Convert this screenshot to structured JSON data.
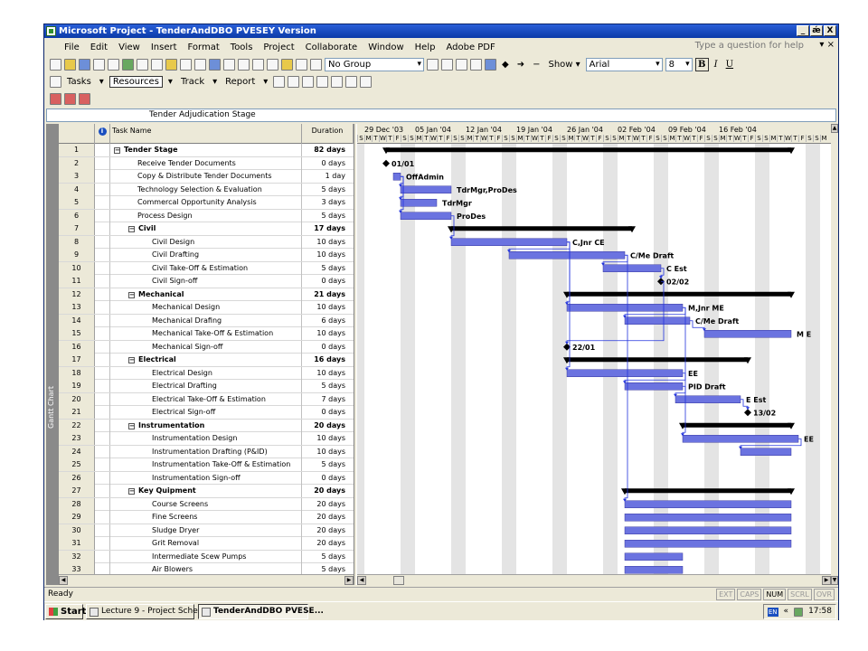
{
  "window": {
    "title": "Microsoft Project - TenderAndDBO PVESEY Version"
  },
  "window_controls": [
    "_",
    "ǽ",
    "X"
  ],
  "menu": {
    "items": [
      "File",
      "Edit",
      "View",
      "Insert",
      "Format",
      "Tools",
      "Project",
      "Collaborate",
      "Window",
      "Help",
      "Adobe PDF"
    ],
    "help_box": "Type a question for help",
    "close_glyph": "▾ ×"
  },
  "toolbar": {
    "group_select": "No Group",
    "show_label": "Show ▾",
    "font_select": "Arial",
    "size_select": "8",
    "bold": "B",
    "italic": "I",
    "underline": "U",
    "tasks_label": "Tasks",
    "resources_label": "Resources",
    "track_label": "Track",
    "report_label": "Report"
  },
  "entry_bar": {
    "value": "Tender Adjudication Stage"
  },
  "table": {
    "headers": {
      "id": "",
      "indicators": "i",
      "name": "Task Name",
      "duration": "Duration"
    },
    "rows": [
      {
        "id": "1",
        "name": "Tender Stage",
        "dur": "82 days",
        "level": 0,
        "summary": true
      },
      {
        "id": "2",
        "name": "Receive Tender Documents",
        "dur": "0 days",
        "level": 1,
        "summary": false
      },
      {
        "id": "3",
        "name": "Copy & Distribute Tender Documents",
        "dur": "1 day",
        "level": 1,
        "summary": false
      },
      {
        "id": "4",
        "name": "Technology Selection & Evaluation",
        "dur": "5 days",
        "level": 1,
        "summary": false
      },
      {
        "id": "5",
        "name": "Commercal Opportunity Analysis",
        "dur": "3 days",
        "level": 1,
        "summary": false
      },
      {
        "id": "6",
        "name": "Process Design",
        "dur": "5 days",
        "level": 1,
        "summary": false
      },
      {
        "id": "7",
        "name": "Civil",
        "dur": "17 days",
        "level": 1,
        "summary": true
      },
      {
        "id": "8",
        "name": "Civil Design",
        "dur": "10 days",
        "level": 2,
        "summary": false
      },
      {
        "id": "9",
        "name": "Civil Drafting",
        "dur": "10 days",
        "level": 2,
        "summary": false
      },
      {
        "id": "10",
        "name": "Civil Take-Off & Estimation",
        "dur": "5 days",
        "level": 2,
        "summary": false
      },
      {
        "id": "11",
        "name": "Civil Sign-off",
        "dur": "0 days",
        "level": 2,
        "summary": false
      },
      {
        "id": "12",
        "name": "Mechanical",
        "dur": "21 days",
        "level": 1,
        "summary": true
      },
      {
        "id": "13",
        "name": "Mechanical Design",
        "dur": "10 days",
        "level": 2,
        "summary": false
      },
      {
        "id": "14",
        "name": "Mechanical Drafing",
        "dur": "6 days",
        "level": 2,
        "summary": false
      },
      {
        "id": "15",
        "name": "Mechanical Take-Off & Estimation",
        "dur": "10 days",
        "level": 2,
        "summary": false
      },
      {
        "id": "16",
        "name": "Mechanical Sign-off",
        "dur": "0 days",
        "level": 2,
        "summary": false
      },
      {
        "id": "17",
        "name": "Electrical",
        "dur": "16 days",
        "level": 1,
        "summary": true
      },
      {
        "id": "18",
        "name": "Electrical Design",
        "dur": "10 days",
        "level": 2,
        "summary": false
      },
      {
        "id": "19",
        "name": "Electrical Drafting",
        "dur": "5 days",
        "level": 2,
        "summary": false
      },
      {
        "id": "20",
        "name": "Electrical Take-Off & Estimation",
        "dur": "7 days",
        "level": 2,
        "summary": false
      },
      {
        "id": "21",
        "name": "Electrical Sign-off",
        "dur": "0 days",
        "level": 2,
        "summary": false
      },
      {
        "id": "22",
        "name": "Instrumentation",
        "dur": "20 days",
        "level": 1,
        "summary": true
      },
      {
        "id": "23",
        "name": "Instrumentation Design",
        "dur": "10 days",
        "level": 2,
        "summary": false
      },
      {
        "id": "24",
        "name": "Instrumentation Drafting (P&ID)",
        "dur": "10 days",
        "level": 2,
        "summary": false
      },
      {
        "id": "25",
        "name": "Instrumentation Take-Off & Estimation",
        "dur": "5 days",
        "level": 2,
        "summary": false
      },
      {
        "id": "26",
        "name": "Instrumentation Sign-off",
        "dur": "0 days",
        "level": 2,
        "summary": false
      },
      {
        "id": "27",
        "name": "Key Quipment",
        "dur": "20 days",
        "level": 1,
        "summary": true
      },
      {
        "id": "28",
        "name": "Course Screens",
        "dur": "20 days",
        "level": 2,
        "summary": false
      },
      {
        "id": "29",
        "name": "Fine Screens",
        "dur": "20 days",
        "level": 2,
        "summary": false
      },
      {
        "id": "30",
        "name": "Sludge Dryer",
        "dur": "20 days",
        "level": 2,
        "summary": false
      },
      {
        "id": "31",
        "name": "Grit Removal",
        "dur": "20 days",
        "level": 2,
        "summary": false
      },
      {
        "id": "32",
        "name": "Intermediate Scew Pumps",
        "dur": "5 days",
        "level": 2,
        "summary": false
      },
      {
        "id": "33",
        "name": "Air Blowers",
        "dur": "5 days",
        "level": 2,
        "summary": false
      }
    ]
  },
  "gantt": {
    "weeks": [
      "29 Dec '03",
      "05 Jan '04",
      "12 Jan '04",
      "19 Jan '04",
      "26 Jan '04",
      "02 Feb '04",
      "09 Feb '04",
      "16 Feb '04"
    ],
    "day_letters": [
      "S",
      "M",
      "T",
      "W",
      "T",
      "F",
      "S"
    ],
    "bars": [
      {
        "row": 1,
        "kind": "summary",
        "start": 4,
        "end": 60,
        "label": ""
      },
      {
        "row": 2,
        "kind": "milestone",
        "start": 4,
        "end": 4,
        "label": "01/01"
      },
      {
        "row": 3,
        "kind": "task",
        "start": 5,
        "end": 6,
        "label": "OffAdmin"
      },
      {
        "row": 4,
        "kind": "task",
        "start": 6,
        "end": 13,
        "label": "TdrMgr,ProDes"
      },
      {
        "row": 5,
        "kind": "task",
        "start": 6,
        "end": 11,
        "label": "TdrMgr"
      },
      {
        "row": 6,
        "kind": "task",
        "start": 6,
        "end": 13,
        "label": "ProDes"
      },
      {
        "row": 7,
        "kind": "summary",
        "start": 13,
        "end": 38,
        "label": ""
      },
      {
        "row": 8,
        "kind": "task",
        "start": 13,
        "end": 29,
        "label": "C,Jnr CE"
      },
      {
        "row": 9,
        "kind": "task",
        "start": 21,
        "end": 37,
        "label": "C/Me Draft"
      },
      {
        "row": 10,
        "kind": "task",
        "start": 34,
        "end": 42,
        "label": "C Est"
      },
      {
        "row": 11,
        "kind": "milestone",
        "start": 42,
        "end": 42,
        "label": "02/02"
      },
      {
        "row": 12,
        "kind": "summary",
        "start": 29,
        "end": 60,
        "label": ""
      },
      {
        "row": 13,
        "kind": "task",
        "start": 29,
        "end": 45,
        "label": "M,Jnr ME"
      },
      {
        "row": 14,
        "kind": "task",
        "start": 37,
        "end": 46,
        "label": "C/Me Draft"
      },
      {
        "row": 15,
        "kind": "task",
        "start": 48,
        "end": 60,
        "label": "M E"
      },
      {
        "row": 16,
        "kind": "milestone",
        "start": 29,
        "end": 29,
        "label": "22/01"
      },
      {
        "row": 17,
        "kind": "summary",
        "start": 29,
        "end": 54,
        "label": ""
      },
      {
        "row": 18,
        "kind": "task",
        "start": 29,
        "end": 45,
        "label": "EE"
      },
      {
        "row": 19,
        "kind": "task",
        "start": 37,
        "end": 45,
        "label": "PID Draft"
      },
      {
        "row": 20,
        "kind": "task",
        "start": 44,
        "end": 53,
        "label": "E Est"
      },
      {
        "row": 21,
        "kind": "milestone",
        "start": 54,
        "end": 54,
        "label": "13/02"
      },
      {
        "row": 22,
        "kind": "summary",
        "start": 45,
        "end": 60,
        "label": ""
      },
      {
        "row": 23,
        "kind": "task",
        "start": 45,
        "end": 61,
        "label": "EE"
      },
      {
        "row": 24,
        "kind": "task",
        "start": 53,
        "end": 60,
        "label": ""
      },
      {
        "row": 25,
        "kind": "none",
        "start": 0,
        "end": 0,
        "label": ""
      },
      {
        "row": 26,
        "kind": "none",
        "start": 0,
        "end": 0,
        "label": ""
      },
      {
        "row": 27,
        "kind": "summary",
        "start": 37,
        "end": 60,
        "label": ""
      },
      {
        "row": 28,
        "kind": "task",
        "start": 37,
        "end": 60,
        "label": ""
      },
      {
        "row": 29,
        "kind": "task",
        "start": 37,
        "end": 60,
        "label": ""
      },
      {
        "row": 30,
        "kind": "task",
        "start": 37,
        "end": 60,
        "label": ""
      },
      {
        "row": 31,
        "kind": "task",
        "start": 37,
        "end": 60,
        "label": ""
      },
      {
        "row": 32,
        "kind": "task",
        "start": 37,
        "end": 45,
        "label": ""
      },
      {
        "row": 33,
        "kind": "task",
        "start": 37,
        "end": 45,
        "label": ""
      }
    ]
  },
  "side_label": "Gantt Chart",
  "status": {
    "text": "Ready",
    "indicators": [
      {
        "label": "EXT",
        "on": false
      },
      {
        "label": "CAPS",
        "on": false
      },
      {
        "label": "NUM",
        "on": true
      },
      {
        "label": "SCRL",
        "on": false
      },
      {
        "label": "OVR",
        "on": false
      }
    ]
  },
  "taskbar": {
    "start": "Start",
    "items": [
      {
        "label": "Lecture 9 - Project Sche...",
        "active": false
      },
      {
        "label": "TenderAndDBO PVESE...",
        "active": true
      }
    ],
    "lang": "EN",
    "tray_arrows": "«",
    "clock": "17:58"
  },
  "colors": {
    "title_bar": "#0b3aa8",
    "task_bar": "#6b73e0",
    "summary_bar": "#000000",
    "link_line": "#2233dd"
  }
}
